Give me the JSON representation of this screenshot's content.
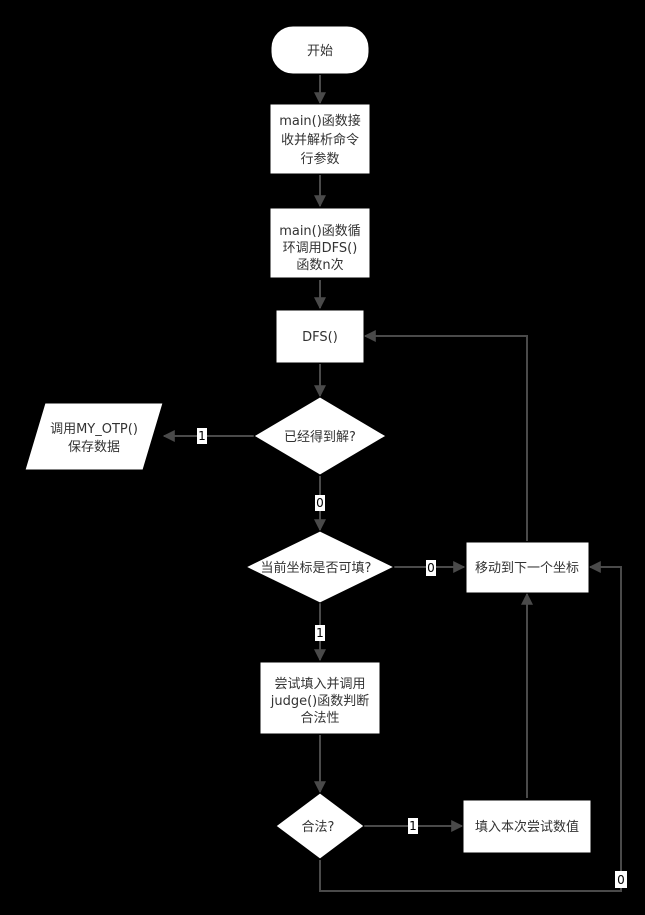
{
  "nodes": {
    "start": "开始",
    "parse_args": [
      "main()函数接",
      "收并解析命令",
      "行参数"
    ],
    "loop_dfs": [
      "main()函数循",
      "环调用DFS()",
      "函数n次"
    ],
    "dfs": "DFS()",
    "solved_q": "已经得到解?",
    "save": [
      "调用MY_OTP()",
      "保存数据"
    ],
    "fillable_q": "当前坐标是否可填?",
    "next_coord": "移动到下一个坐标",
    "try_fill": [
      "尝试填入并调用",
      "judge()函数判断",
      "合法性"
    ],
    "valid_q": "合法?",
    "fill_value": "填入本次尝试数值"
  },
  "edge_labels": {
    "solved_yes": "1",
    "solved_no": "0",
    "fillable_no": "0",
    "fillable_yes": "1",
    "valid_yes": "1",
    "valid_no": "0"
  },
  "colors": {
    "background": "#000000",
    "node_fill": "#ffffff",
    "edge": "#4a4a4a",
    "text": "#333333"
  }
}
